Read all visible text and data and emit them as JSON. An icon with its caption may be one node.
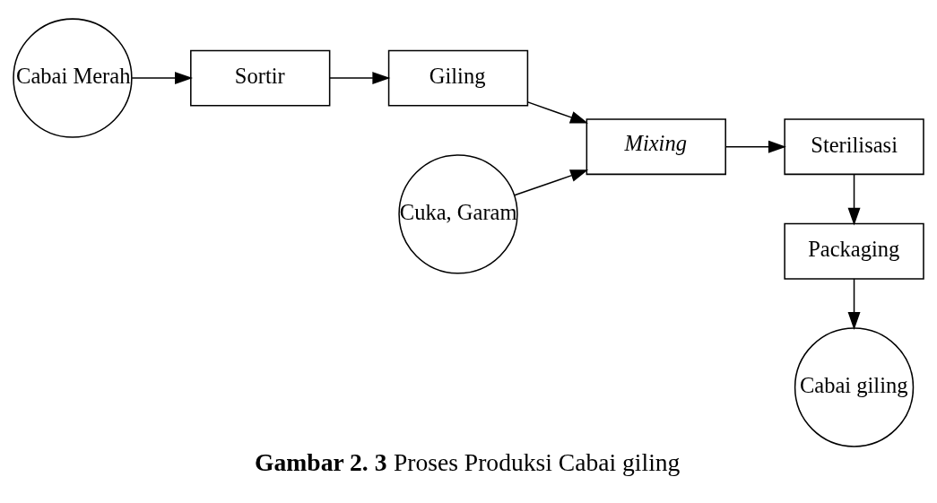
{
  "diagram": {
    "caption": "**Gambar 2. 3** Proses Produksi Cabai giling",
    "nodes": [
      {
        "text": [
          "Cabai Merah"
        ]
      },
      {
        "text": [
          "Sortir"
        ]
      },
      {
        "text": [
          "Giling"
        ]
      },
      {
        "text": [
          "Cuka, Garam"
        ]
      },
      {
        "text": [
          "Mixing"
        ]
      },
      {
        "text": [
          "Sterilisasi"
        ]
      },
      {
        "text": [
          "Packaging"
        ]
      },
      {
        "text": [
          "Cabai giling"
        ]
      }
    ],
    "edges": [
      {
        "from": 0,
        "to": 1,
        "arrow": "to"
      },
      {
        "from": 1,
        "to": 2,
        "arrow": "to"
      },
      {
        "from": 2,
        "to": 4,
        "arrow": "to"
      },
      {
        "from": 3,
        "to": 4,
        "arrow": "to"
      },
      {
        "from": 4,
        "to": 5,
        "arrow": "to"
      },
      {
        "from": 5,
        "to": 6,
        "arrow": "to"
      },
      {
        "from": 6,
        "to": 7,
        "arrow": "to"
      }
    ]
  }
}
